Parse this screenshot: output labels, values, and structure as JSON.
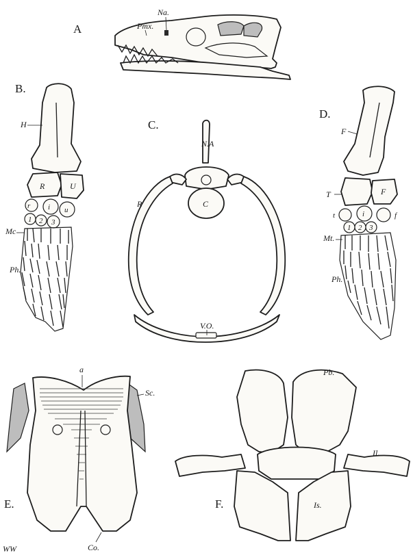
{
  "figures": {
    "A": {
      "letter": "A",
      "labels": {
        "pmx": "Pmx.",
        "na": "Na."
      }
    },
    "B": {
      "letter": "B.",
      "labels": {
        "h": "H",
        "r": "R",
        "u_cap": "U",
        "r_small": "r",
        "i": "i",
        "u": "u",
        "d1": "1",
        "d2": "2",
        "d3": "3",
        "mc": "Mc",
        "ph": "Ph."
      }
    },
    "C": {
      "letter": "C.",
      "labels": {
        "na": "N.A",
        "r": "R",
        "c": "C",
        "vo": "V.O."
      }
    },
    "D": {
      "letter": "D.",
      "labels": {
        "f_upper": "F",
        "t": "T",
        "f": "F",
        "t_small": "t",
        "i": "i",
        "f_small": "f",
        "d1": "1",
        "d2": "2",
        "d3": "3",
        "mt": "Mt.",
        "ph": "Ph."
      }
    },
    "E": {
      "letter": "E.",
      "labels": {
        "a": "a",
        "sc": "Sc.",
        "co": "Co."
      }
    },
    "F": {
      "letter": "F.",
      "labels": {
        "pb": "Pb.",
        "il": "Il.",
        "is": "Is."
      }
    }
  },
  "signature": "WW"
}
